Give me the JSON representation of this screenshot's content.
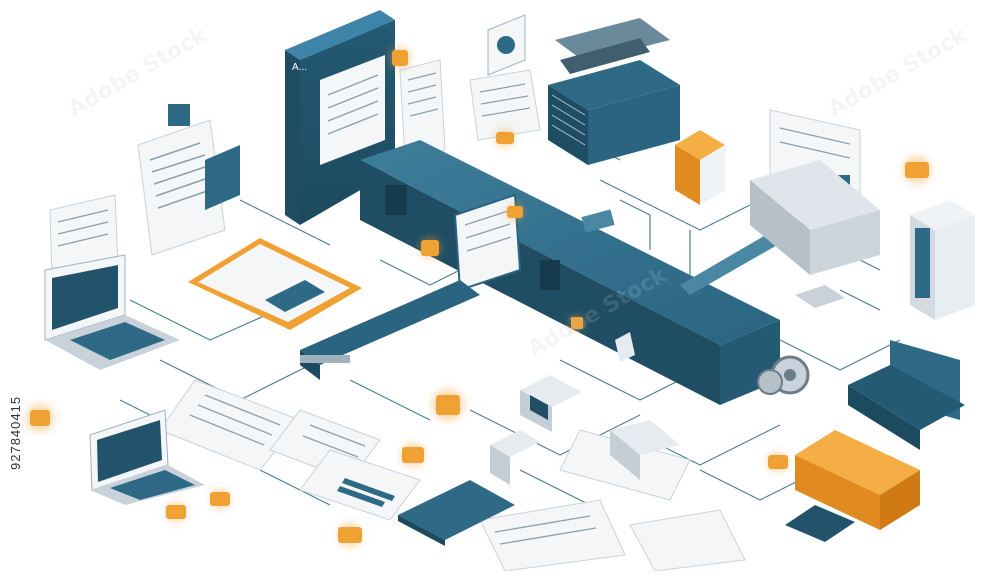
{
  "image": {
    "stock_id": "927840415",
    "watermark_text": "Adobe Stock",
    "server_label": "A...",
    "colors": {
      "teal_dark": "#23536b",
      "teal": "#2e6a86",
      "teal_light": "#4a87a3",
      "orange": "#f0a134",
      "orange_dark": "#d07f16",
      "line": "#2f6b86",
      "paper": "#f4f6f8",
      "grey": "#c9d2da"
    }
  }
}
